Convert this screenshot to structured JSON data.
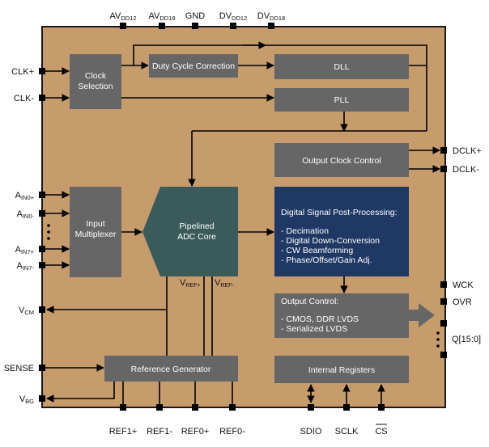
{
  "top_pins": {
    "avdd12": {
      "main": "AV",
      "sub": "DD12"
    },
    "avdd18": {
      "main": "AV",
      "sub": "DD18"
    },
    "gnd": "GND",
    "dvdd12": {
      "main": "DV",
      "sub": "DD12"
    },
    "dvdd18": {
      "main": "DV",
      "sub": "DD18"
    }
  },
  "left_pins": {
    "clk_p": "CLK+",
    "clk_n": "CLK-",
    "ain0p": {
      "main": "A",
      "sub": "IN0+"
    },
    "ain0n": {
      "main": "A",
      "sub": "IN0-"
    },
    "ain7p": {
      "main": "A",
      "sub": "IN7+"
    },
    "ain7n": {
      "main": "A",
      "sub": "IN7-"
    },
    "vcm": {
      "main": "V",
      "sub": "CM"
    },
    "sense": "SENSE",
    "vbg": {
      "main": "V",
      "sub": "BG"
    }
  },
  "right_pins": {
    "dclk_p": "DCLK+",
    "dclk_n": "DCLK-",
    "wck": "WCK",
    "ovr": "OVR",
    "q": "Q[15:0]"
  },
  "bottom_pins": {
    "ref1p": "REF1+",
    "ref1n": "REF1-",
    "ref0p": "REF0+",
    "ref0n": "REF0-",
    "sdio": "SDIO",
    "sclk": "SCLK",
    "cs": "CS"
  },
  "internal_labels": {
    "vrefp": {
      "main": "V",
      "sub": "REF+"
    },
    "vrefn": {
      "main": "V",
      "sub": "REF-"
    }
  },
  "blocks": {
    "clock_selection": [
      "Clock",
      "Selection"
    ],
    "duty_cycle": "Duty Cycle Correction",
    "dll": "DLL",
    "pll": "PLL",
    "output_clock_control": "Output Clock Control",
    "input_mux": [
      "Input",
      "Multiplexer"
    ],
    "adc_core": [
      "Pipelined",
      "ADC Core"
    ],
    "dsp_title": "Digital Signal Post-Processing:",
    "dsp_items": [
      "- Decimation",
      "- Digital Down-Conversion",
      "- CW Beamforming",
      "- Phase/Offset/Gain Adj."
    ],
    "output_control_title": "Output Control:",
    "output_control_items": [
      "- CMOS, DDR LVDS",
      "- Serialized LVDS"
    ],
    "reference_generator": "Reference Generator",
    "internal_registers": "Internal Registers"
  },
  "colors": {
    "chip": "#c69c6d",
    "block": "#666666",
    "adc": "#3b5b5b",
    "dsp": "#1f3864"
  }
}
